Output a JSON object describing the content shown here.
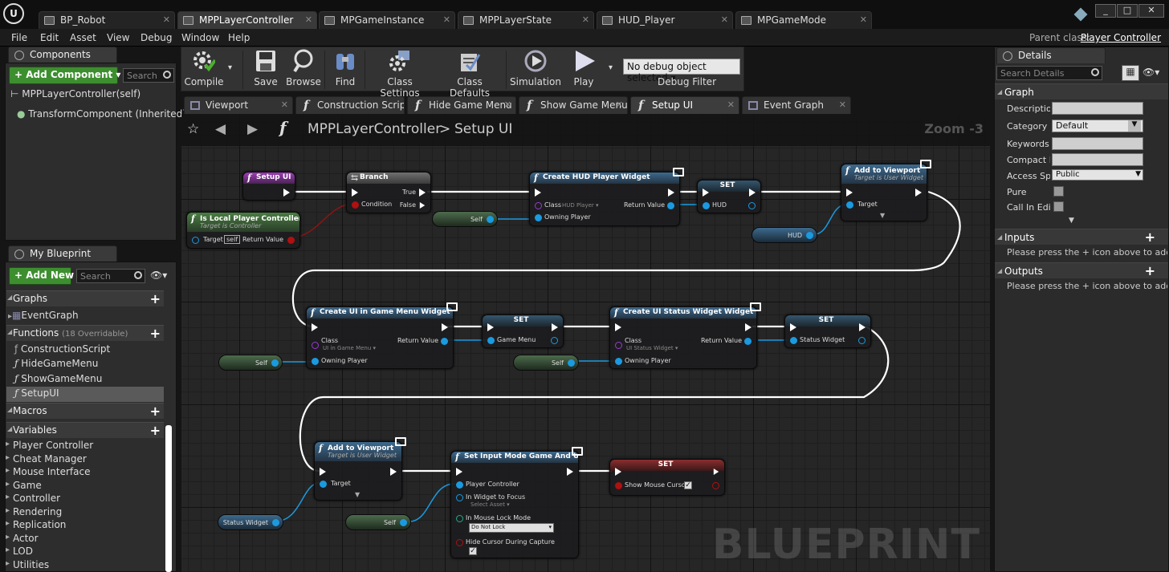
{
  "window": {
    "tabs": [
      "BP_Robot",
      "MPPLayerController",
      "MPGameInstance",
      "MPPLayerState",
      "HUD_Player",
      "MPGameMode"
    ],
    "active_tab": 1,
    "controls": [
      "_",
      "□",
      "✕"
    ]
  },
  "menu": {
    "items": [
      "File",
      "Edit",
      "Asset",
      "View",
      "Debug",
      "Window",
      "Help"
    ],
    "parent_label": "Parent class:",
    "parent_value": "Player Controller"
  },
  "components": {
    "tab_label": "Components",
    "add_button": "+ Add Component ▾",
    "search_placeholder": "Search",
    "items": [
      "MPPLayerController(self)",
      "TransformComponent (Inherited)"
    ]
  },
  "my_blueprint": {
    "tab_label": "My Blueprint",
    "add_button": "+ Add New ▾",
    "search_placeholder": "Search",
    "graphs_label": "Graphs",
    "graphs": [
      "EventGraph"
    ],
    "functions_label": "Functions",
    "functions_hint": "(18 Overridable)",
    "functions": [
      "ConstructionScript",
      "HideGameMenu",
      "ShowGameMenu",
      "SetupUI"
    ],
    "macros_label": "Macros",
    "variables_label": "Variables",
    "variables": [
      "Player Controller",
      "Cheat Manager",
      "Mouse Interface",
      "Game",
      "Controller",
      "Rendering",
      "Replication",
      "Actor",
      "LOD",
      "Utilities"
    ]
  },
  "toolbar": {
    "compile": "Compile",
    "save": "Save",
    "browse": "Browse",
    "find": "Find",
    "class_settings": "Class Settings",
    "class_defaults": "Class Defaults",
    "simulation": "Simulation",
    "play": "Play",
    "debug_select": "No debug object selected ▾",
    "debug_filter": "Debug Filter"
  },
  "graph_tabs": [
    "Viewport",
    "Construction Scrip",
    "Hide Game Menu",
    "Show Game Menu",
    "Setup UI",
    "Event Graph"
  ],
  "graph": {
    "breadcrumb_root": "MPPLayerController",
    "breadcrumb_sep": ">",
    "breadcrumb_leaf": "Setup UI",
    "zoom": "Zoom -3",
    "watermark": "BLUEPRINT",
    "nodes": {
      "setup_ui": "Setup UI",
      "branch": "Branch",
      "branch_true": "True",
      "branch_false": "False",
      "branch_condition": "Condition",
      "is_local": "Is Local Player Controller",
      "is_local_sub": "Target is Controller",
      "target": "Target",
      "self_box": "self",
      "return_value": "Return Value",
      "create_hud": "Create HUD Player Widget",
      "class": "Class",
      "hud_player_class": "HUD Player ▾",
      "owning_player": "Owning Player",
      "self": "Self",
      "set": "SET",
      "hud": "HUD",
      "add_to_viewport": "Add to Viewport",
      "target_is_user_widget": "Target is User Widget",
      "create_game_menu": "Create UI in Game Menu Widget",
      "game_menu_class": "UI in Game Menu ▾",
      "game_menu": "Game Menu",
      "create_status": "Create UI Status Widget Widget",
      "status_class": "UI Status Widget ▾",
      "status_widget": "Status Widget",
      "set_input_mode": "Set Input Mode Game And UI",
      "player_controller": "Player Controller",
      "in_widget_to_focus": "In Widget to Focus",
      "select_asset": "Select Asset ▾",
      "in_mouse_lock_mode": "In Mouse Lock Mode",
      "do_not_lock": "Do Not Lock",
      "hide_cursor": "Hide Cursor During Capture",
      "show_mouse_cursor": "Show Mouse Cursor",
      "check": "✓"
    }
  },
  "details": {
    "tab_label": "Details",
    "search_placeholder": "Search Details",
    "graph_section": "Graph",
    "rows": {
      "description": "Description",
      "category": "Category",
      "category_value": "Default",
      "keywords": "Keywords",
      "compact": "Compact N",
      "access": "Access Spe",
      "access_value": "Public",
      "pure": "Pure",
      "call_in_editor": "Call In Edito"
    },
    "inputs_section": "Inputs",
    "inputs_note": "Please press the + icon above to add p",
    "outputs_section": "Outputs",
    "outputs_note": "Please press the + icon above to add p"
  }
}
